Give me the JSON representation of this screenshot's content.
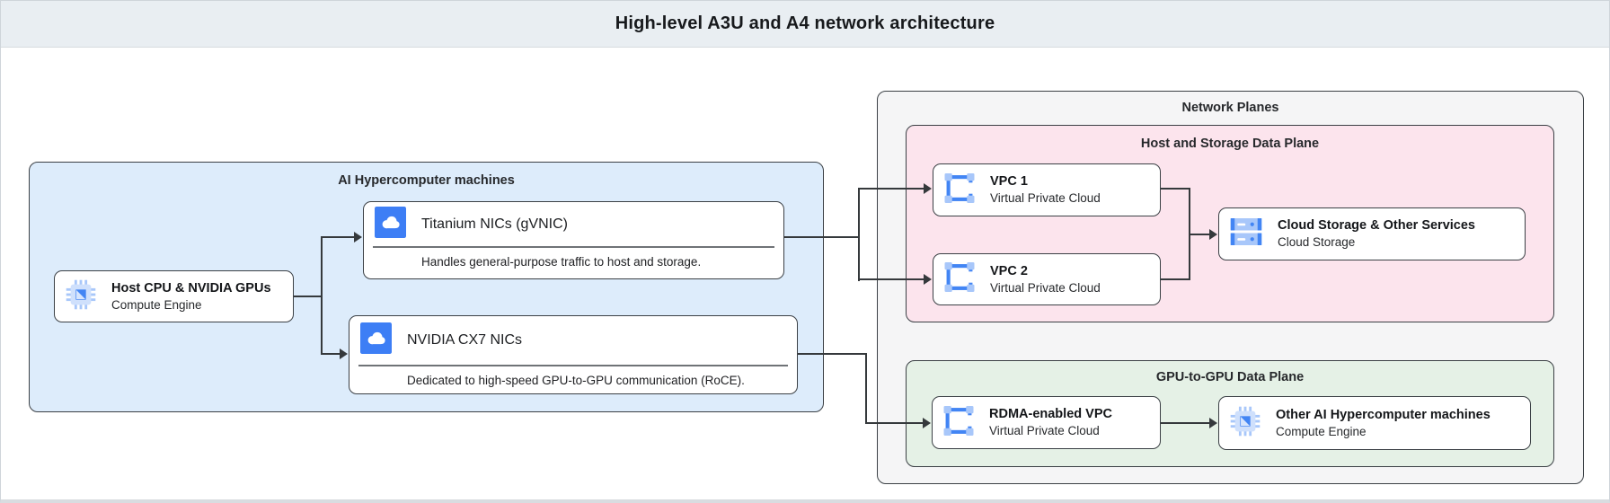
{
  "header": {
    "title": "High-level A3U and A4 network architecture"
  },
  "groups": {
    "ai_machines": {
      "label": "AI Hypercomputer machines"
    },
    "network_planes": {
      "label": "Network Planes"
    },
    "host_storage_plane": {
      "label": "Host and Storage Data Plane"
    },
    "gpu_plane": {
      "label": "GPU-to-GPU Data Plane"
    }
  },
  "nodes": {
    "host": {
      "title": "Host CPU & NVIDIA GPUs",
      "subtitle": "Compute Engine",
      "icon": "compute-engine-icon"
    },
    "titanium_nic": {
      "title": "Titanium NICs (gVNIC)",
      "description": "Handles general-purpose traffic to host and storage.",
      "icon": "cloud-nic-icon"
    },
    "cx7_nic": {
      "title": "NVIDIA CX7 NICs",
      "description": "Dedicated to high-speed GPU-to-GPU communication (RoCE).",
      "icon": "cloud-nic-icon"
    },
    "vpc1": {
      "title": "VPC 1",
      "subtitle": "Virtual Private Cloud",
      "icon": "vpc-icon"
    },
    "vpc2": {
      "title": "VPC 2",
      "subtitle": "Virtual Private Cloud",
      "icon": "vpc-icon"
    },
    "cloud_storage": {
      "title": "Cloud Storage & Other Services",
      "subtitle": "Cloud Storage",
      "icon": "cloud-storage-icon"
    },
    "rdma_vpc": {
      "title": "RDMA-enabled VPC",
      "subtitle": "Virtual Private Cloud",
      "icon": "vpc-icon"
    },
    "other_machines": {
      "title": "Other AI Hypercomputer machines",
      "subtitle": "Compute Engine",
      "icon": "compute-engine-icon"
    }
  },
  "edges": [
    {
      "from": "host",
      "to": "titanium_nic"
    },
    {
      "from": "host",
      "to": "cx7_nic"
    },
    {
      "from": "titanium_nic",
      "to": "vpc1"
    },
    {
      "from": "titanium_nic",
      "to": "vpc2"
    },
    {
      "from": "vpc1",
      "to": "cloud_storage"
    },
    {
      "from": "vpc2",
      "to": "cloud_storage"
    },
    {
      "from": "cx7_nic",
      "to": "rdma_vpc"
    },
    {
      "from": "rdma_vpc",
      "to": "other_machines"
    }
  ],
  "colors": {
    "header_bg": "#e9eef2",
    "machines_bg": "#ddecfb",
    "network_planes_bg": "#f5f5f6",
    "host_storage_bg": "#fce4ed",
    "gpu_plane_bg": "#e5f1e6",
    "node_border": "#3b4045",
    "connector": "#35393c",
    "icon_blue": "#4285f4",
    "icon_light_blue": "#a8c7fa"
  }
}
